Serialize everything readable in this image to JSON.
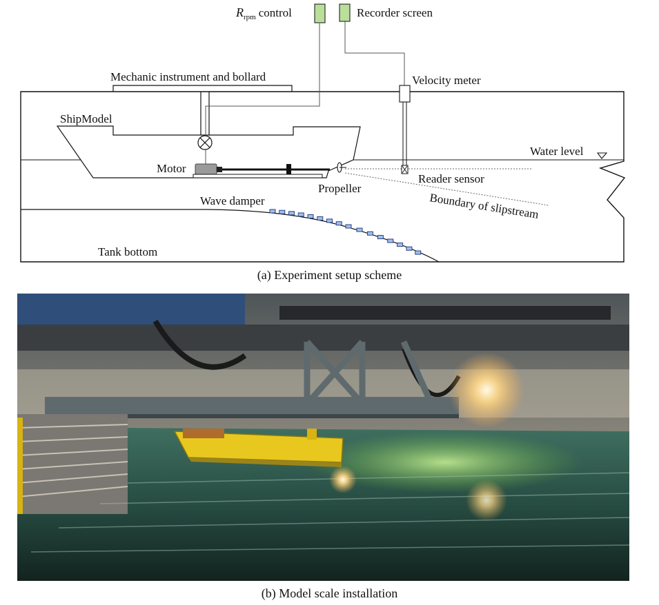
{
  "figure_a": {
    "labels": {
      "rpm_symbol": "R",
      "rpm_subscript": "rpm",
      "rpm_control": "control",
      "recorder_screen": "Recorder screen",
      "mechanic_instrument": "Mechanic instrument and bollard",
      "velocity_meter": "Velocity meter",
      "ship_model": "ShipModel",
      "water_level": "Water level",
      "motor": "Motor",
      "reader_sensor": "Reader sensor",
      "propeller": "Propeller",
      "boundary_of_slipstream": "Boundary of slipstream",
      "wave_damper": "Wave damper",
      "tank_bottom": "Tank bottom"
    },
    "caption": "(a) Experiment setup scheme",
    "colors": {
      "control_box": "#b9df9b",
      "motor": "#9a9a9a",
      "damper_marker": "#9fc2e7",
      "damper_edge": "#2d3f86"
    }
  },
  "figure_b": {
    "caption": "(b) Model scale installation",
    "colors": {
      "water": "#1f3a33",
      "ship_hull": "#e8c81e",
      "steel_beam": "#5f6a6e"
    }
  }
}
